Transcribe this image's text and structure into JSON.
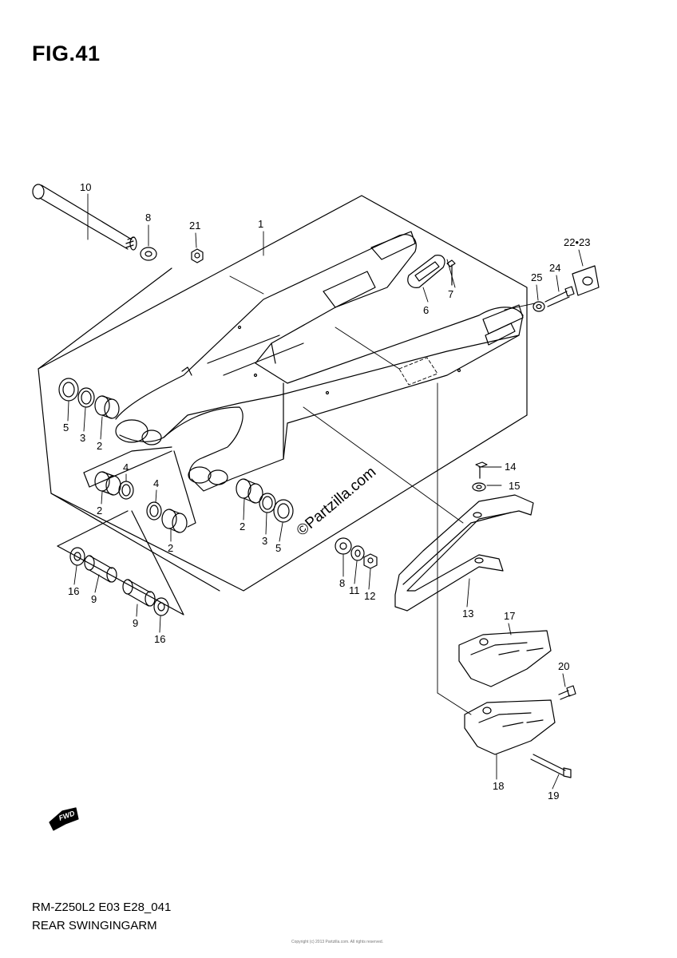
{
  "figure": {
    "title": "FIG.41"
  },
  "footer": {
    "model_code": "RM-Z250L2 E03 E28_041",
    "section_name": "REAR SWINGINGARM"
  },
  "watermark": {
    "text": "©Partzilla.com"
  },
  "copyright": {
    "text": "Copyright (c) 2013 Partzilla.com. All rights reserved."
  },
  "fwd_badge": {
    "label": "FWD"
  },
  "callouts": {
    "c1": "1",
    "c2a": "2",
    "c2b": "2",
    "c2c": "2",
    "c2d": "2",
    "c3a": "3",
    "c3b": "3",
    "c4a": "4",
    "c4b": "4",
    "c5a": "5",
    "c5b": "5",
    "c6": "6",
    "c7": "7",
    "c8a": "8",
    "c8b": "8",
    "c9a": "9",
    "c9b": "9",
    "c10": "10",
    "c11": "11",
    "c12": "12",
    "c13": "13",
    "c14": "14",
    "c15": "15",
    "c16a": "16",
    "c16b": "16",
    "c17": "17",
    "c18": "18",
    "c19": "19",
    "c20": "20",
    "c21": "21",
    "c22_23": "22•23",
    "c24": "24",
    "c25": "25"
  }
}
